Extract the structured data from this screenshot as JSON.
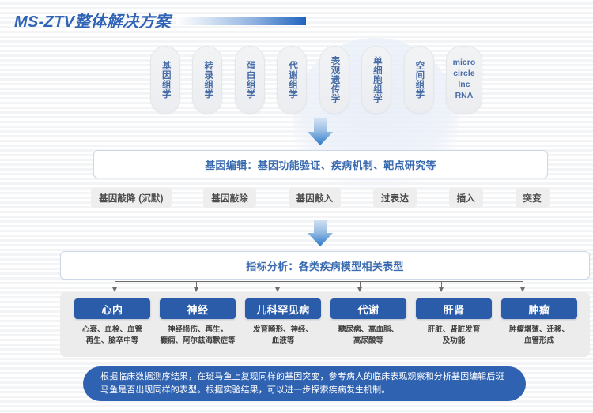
{
  "header": {
    "title": "MS-ZTV整体解决方案",
    "accent_color": "#2f63b5",
    "bar_gradient_end": "#1f63bd"
  },
  "omics": {
    "items": [
      {
        "label": "基因组学",
        "orientation": "vertical"
      },
      {
        "label": "转录组学",
        "orientation": "vertical"
      },
      {
        "label": "蛋白组学",
        "orientation": "vertical"
      },
      {
        "label": "代谢组学",
        "orientation": "vertical"
      },
      {
        "label": "表观遗传学",
        "orientation": "vertical"
      },
      {
        "label": "单细胞组学",
        "orientation": "vertical"
      },
      {
        "label": "空间组学",
        "orientation": "vertical"
      },
      {
        "label": "micro\ncircle\nlnc\nRNA",
        "orientation": "horizontal"
      }
    ]
  },
  "gene_edit": {
    "label": "基因编辑：基因功能验证、疾病机制、靶点研究等"
  },
  "methods": {
    "items": [
      "基因敲降 (沉默)",
      "基因敲除",
      "基因敲入",
      "过表达",
      "插入",
      "突变"
    ]
  },
  "indicator": {
    "label": "指标分析：各类疾病模型相关表型"
  },
  "diseases": {
    "items": [
      {
        "name": "心内",
        "desc": "心衰、血栓、血管\n再生、脑卒中等"
      },
      {
        "name": "神经",
        "desc": "神经损伤、再生，\n癫痫、阿尔兹海默症等"
      },
      {
        "name": "儿科罕见病",
        "desc": "发育畸形、神经、\n血液等"
      },
      {
        "name": "代谢",
        "desc": "糖尿病、高血脂、\n高尿酸等"
      },
      {
        "name": "肝肾",
        "desc": "肝脏、肾脏发育\n及功能"
      },
      {
        "name": "肿瘤",
        "desc": "肿瘤增殖、迁移、\n血管形成"
      }
    ],
    "button_color": "#2b5caa"
  },
  "conclusion": {
    "text": "根据临床数据测序结果，在斑马鱼上复现同样的基因突变，参考病人的临床表现观察和分析基因编辑后斑马鱼是否出现同样的表型。根据实验结果，可以进一步探索疾病发生机制。",
    "background_color": "#2f62b0"
  }
}
